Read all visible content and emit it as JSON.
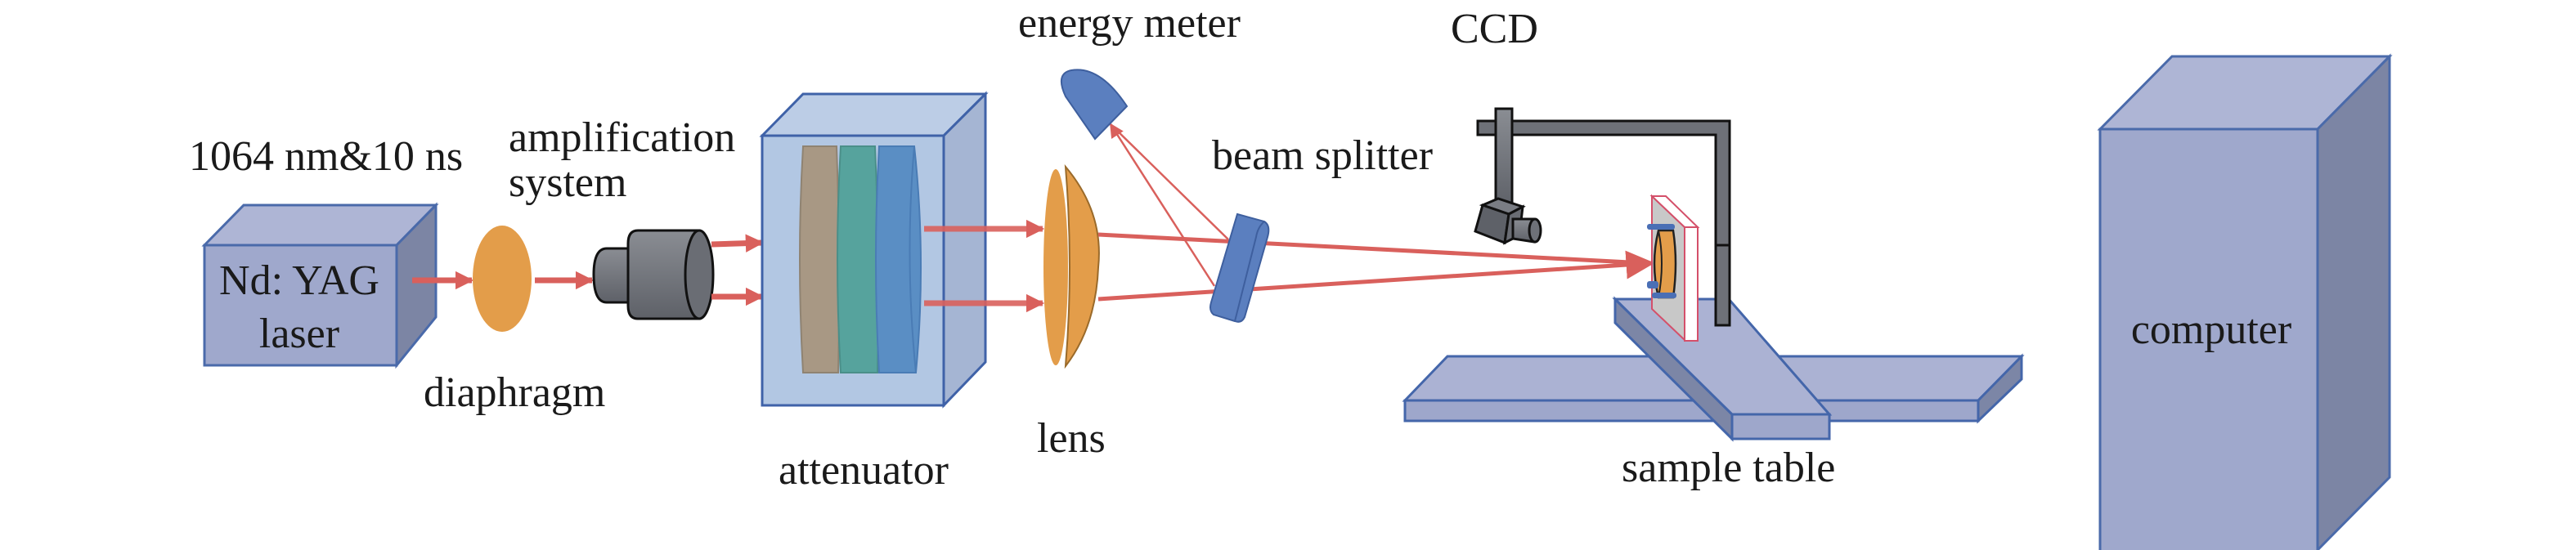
{
  "figure": {
    "title": "Laser damage experimental setup schematic",
    "colors": {
      "beam": "#D9605C",
      "box_front": "#9FA8CC",
      "box_top": "#AEB5D5",
      "box_side": "#7C85A4",
      "outline": "#4A6AAA",
      "lens_orange": "#E39D4A",
      "optic_blue": "#5B7FBF",
      "filter_tan": "#A89884",
      "filter_green": "#56A39D",
      "filter_blue": "#5A8EC4",
      "metal_gray": "#6E7178"
    }
  },
  "labels": {
    "laser_spec": "1064 nm&10 ns",
    "laser_line1": "Nd: YAG",
    "laser_line2": "laser",
    "amplification_line1": "amplification",
    "amplification_line2": "system",
    "diaphragm": "diaphragm",
    "attenuator": "attenuator",
    "lens": "lens",
    "energy_meter": "energy meter",
    "beam_splitter": "beam splitter",
    "ccd": "CCD",
    "sample_table": "sample table",
    "computer": "computer"
  },
  "components": [
    {
      "id": "laser",
      "label": "Nd: YAG laser"
    },
    {
      "id": "diaphragm",
      "label": "diaphragm"
    },
    {
      "id": "amplification-system",
      "label": "amplification system"
    },
    {
      "id": "attenuator",
      "label": "attenuator",
      "filters": 3
    },
    {
      "id": "lens",
      "label": "lens"
    },
    {
      "id": "beam-splitter",
      "label": "beam splitter"
    },
    {
      "id": "energy-meter",
      "label": "energy meter"
    },
    {
      "id": "ccd",
      "label": "CCD"
    },
    {
      "id": "sample-table",
      "label": "sample table"
    },
    {
      "id": "computer",
      "label": "computer"
    }
  ]
}
